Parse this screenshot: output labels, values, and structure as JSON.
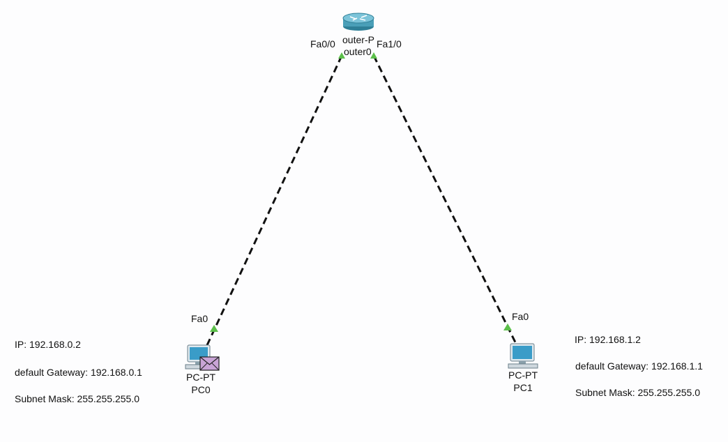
{
  "workspace": {
    "router": {
      "model_label": "outer-P",
      "name_label": "outer0",
      "port_left": "Fa0/0",
      "port_right": "Fa1/0"
    },
    "pc0": {
      "model": "PC-PT",
      "name": "PC0",
      "port": "Fa0",
      "notes": {
        "ip": "IP: 192.168.0.2",
        "gateway": "default Gateway: 192.168.0.1",
        "mask": "Subnet Mask: 255.255.255.0"
      },
      "has_pdu_envelope": true
    },
    "pc1": {
      "model": "PC-PT",
      "name": "PC1",
      "port": "Fa0",
      "notes": {
        "ip": "IP: 192.168.1.2",
        "gateway": "default Gateway: 192.168.1.1",
        "mask": "Subnet Mask: 255.255.255.0"
      }
    },
    "colors": {
      "link": "#111111",
      "port_up": "#5cbf4a",
      "router_body": "#4a9fb8",
      "pc_screen": "#3a9cc8",
      "envelope": "#c9a4d6"
    }
  }
}
